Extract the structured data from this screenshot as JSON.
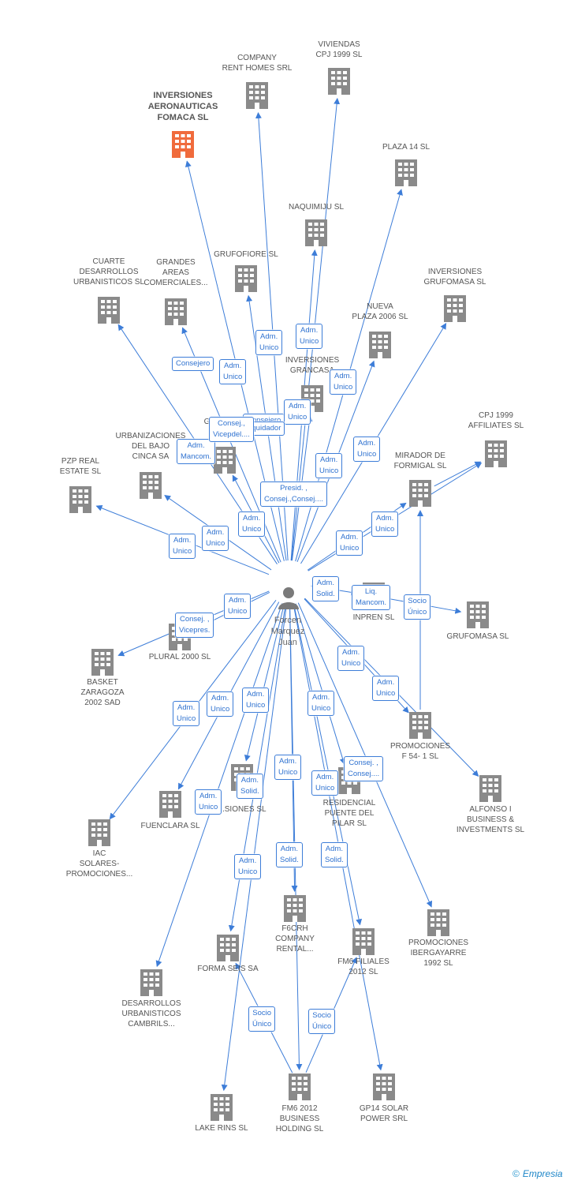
{
  "person": {
    "name": "Forcen\nMarquez\nJuan"
  },
  "colors": {
    "edge": "#3d7dd8",
    "node": "#8a8a8a",
    "highlight": "#f06b3c"
  },
  "companies": [
    {
      "id": "inv-aero",
      "name": "INVERSIONES\nAERONAUTICAS\nFOMACA SL",
      "highlight": true
    },
    {
      "id": "company-rent",
      "name": "COMPANY\nRENT HOMES SRL"
    },
    {
      "id": "viviendas",
      "name": "VIVIENDAS\nCPJ 1999 SL"
    },
    {
      "id": "plaza14",
      "name": "PLAZA 14 SL"
    },
    {
      "id": "naquimiju",
      "name": "NAQUIMIJU SL"
    },
    {
      "id": "grufofiore",
      "name": "GRUFOFIORE SL"
    },
    {
      "id": "cuarte",
      "name": "CUARTE\nDESARROLLOS\nURBANISTICOS SL"
    },
    {
      "id": "grandes",
      "name": "GRANDES\nAREAS\nCOMERCIALES..."
    },
    {
      "id": "inv-grufomasa",
      "name": "INVERSIONES\nGRUFOMASA SL"
    },
    {
      "id": "nueva-plaza",
      "name": "NUEVA\nPLAZA 2006 SL"
    },
    {
      "id": "inv-grancasa",
      "name": "INVERSIONES\nGRANCASA"
    },
    {
      "id": "gesplaza",
      "name": "GESPLAZA\n14 SL"
    },
    {
      "id": "urb-bajo",
      "name": "URBANIZACIONES\nDEL BAJO\nCINCA SA"
    },
    {
      "id": "pzp",
      "name": "PZP REAL\nESTATE  SL"
    },
    {
      "id": "cpj-aff",
      "name": "CPJ 1999\nAFFILIATES SL"
    },
    {
      "id": "mirador",
      "name": "MIRADOR DE\nFORMIGAL  SL"
    },
    {
      "id": "inpren",
      "name": "INPREN SL"
    },
    {
      "id": "grufomasa",
      "name": "GRUFOMASA SL"
    },
    {
      "id": "plural",
      "name": "PLURAL 2000 SL"
    },
    {
      "id": "basket",
      "name": "BASKET\nZARAGOZA\n2002 SAD"
    },
    {
      "id": "promo-f54",
      "name": "PROMOCIONES\nF 54- 1  SL"
    },
    {
      "id": "alfonso",
      "name": "ALFONSO I\nBUSINESS &\nINVESTMENTS SL"
    },
    {
      "id": "fuenclara",
      "name": "FUENCLARA SL"
    },
    {
      "id": "promociones-sl",
      "name": "...SIONES SL"
    },
    {
      "id": "residencial",
      "name": "RESIDENCIAL\nPUENTE DEL\nPILAR SL"
    },
    {
      "id": "iac",
      "name": "IAC\nSOLARES-\nPROMOCIONES..."
    },
    {
      "id": "promo-ibergayarre",
      "name": "PROMOCIONES\nIBERGAYARRE\n1992 SL"
    },
    {
      "id": "f6crh",
      "name": "F6CRH\nCOMPANY\nRENTAL..."
    },
    {
      "id": "fm6-filiales",
      "name": "FM6 FILIALES\n2012 SL"
    },
    {
      "id": "forma-seis",
      "name": "FORMA SEIS SA"
    },
    {
      "id": "desarrollos-cambrils",
      "name": "DESARROLLOS\nURBANISTICOS\nCAMBRILS..."
    },
    {
      "id": "lake-rins",
      "name": "LAKE RINS  SL"
    },
    {
      "id": "fm6-2012",
      "name": "FM6 2012\nBUSINESS\nHOLDING SL"
    },
    {
      "id": "gp14",
      "name": "GP14 SOLAR\nPOWER SRL"
    }
  ],
  "relations": [
    {
      "text": "Consejero"
    },
    {
      "text": "Adm.\nUnico"
    },
    {
      "text": "Adm.\nUnico"
    },
    {
      "text": "Adm.\nUnico"
    },
    {
      "text": "Adm.\nUnico"
    },
    {
      "text": "Consejero"
    },
    {
      "text": "Adm.\nUnico"
    },
    {
      "text": "Liquidador"
    },
    {
      "text": "Adm.\nMancom."
    },
    {
      "text": "Consej.,\nVicepdel...."
    },
    {
      "text": "Adm.\nUnico"
    },
    {
      "text": "Adm.\nUnico"
    },
    {
      "text": "Presid. ,\nConsej.,Consej...."
    },
    {
      "text": "Adm.\nUnico"
    },
    {
      "text": "Adm.\nUnico"
    },
    {
      "text": "Adm.\nUnico"
    },
    {
      "text": "Adm.\nUnico"
    },
    {
      "text": "Adm.\nUnico"
    },
    {
      "text": "Adm.\nSolid."
    },
    {
      "text": "Liq.\nMancom."
    },
    {
      "text": "Socio\nÚnico"
    },
    {
      "text": "Adm.\nUnico"
    },
    {
      "text": "Consej. ,\nVicepres."
    },
    {
      "text": "Adm.\nUnico"
    },
    {
      "text": "Adm.\nUnico"
    },
    {
      "text": "Adm.\nUnico"
    },
    {
      "text": "Adm.\nUnico"
    },
    {
      "text": "Adm.\nUnico"
    },
    {
      "text": "Adm.\nUnico"
    },
    {
      "text": "Adm.\nUnico"
    },
    {
      "text": "Consej. ,\nConsej...."
    },
    {
      "text": "Adm.\nSolid."
    },
    {
      "text": "Adm.\nUnico"
    },
    {
      "text": "Adm.\nUnico"
    },
    {
      "text": "Adm.\nUnico"
    },
    {
      "text": "Adm.\nSolid."
    },
    {
      "text": "Adm.\nSolid."
    },
    {
      "text": "Socio\nÚnico"
    },
    {
      "text": "Socio\nÚnico"
    }
  ],
  "footer": {
    "copyright": "©",
    "brand": "Empresia"
  }
}
